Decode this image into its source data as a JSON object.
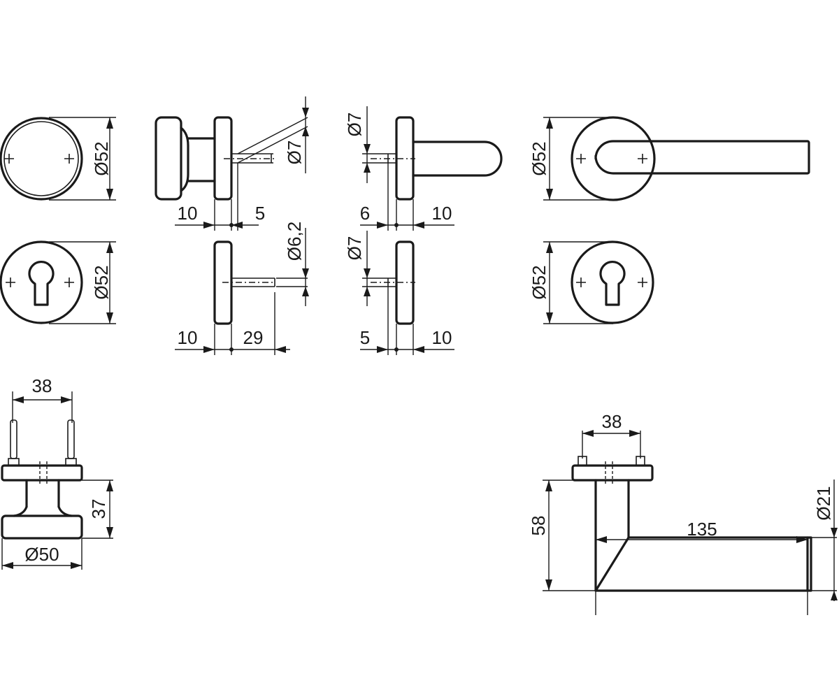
{
  "dimensions": {
    "rose_knob_dia": "Ø52",
    "knob_spindle_dia": "Ø7",
    "knob_rose_thickness": "10",
    "knob_spindle_offset": "5",
    "lever_spindle_dia": "Ø7",
    "lever_spindle_offset": "6",
    "lever_rose_thickness": "10",
    "rose_lever_dia": "Ø52",
    "escutcheon_left_dia": "Ø52",
    "cylinder_pin_dia": "Ø6,2",
    "cylinder_rose_thickness": "10",
    "cylinder_pin_length": "29",
    "escutcheon_spindle_dia": "Ø7",
    "escutcheon_spindle_offset": "5",
    "escutcheon_rose_thickness": "10",
    "escutcheon_right_dia": "Ø52",
    "knob_bolt_spacing": "38",
    "knob_projection": "37",
    "knob_dia": "Ø50",
    "lever_bolt_spacing": "38",
    "lever_projection": "58",
    "lever_bar_dia": "Ø21",
    "lever_length": "135"
  }
}
